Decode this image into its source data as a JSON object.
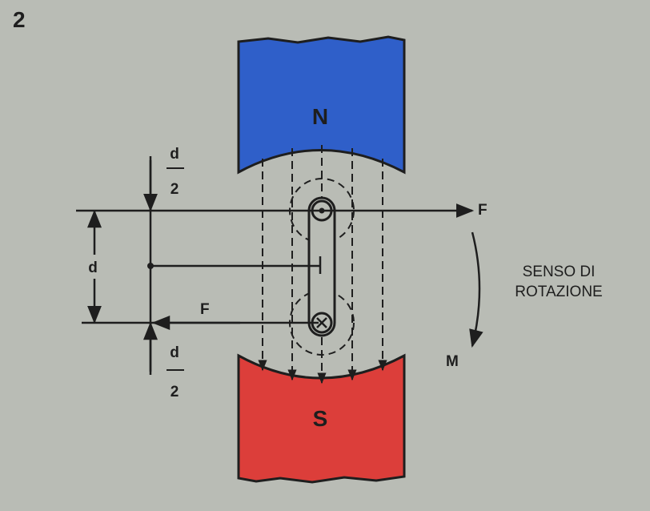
{
  "figure_number": "2",
  "magnets": {
    "north": {
      "label": "N",
      "color": "#2f5fc9"
    },
    "south": {
      "label": "S",
      "color": "#dc3e3a"
    }
  },
  "forces": {
    "top": "F",
    "bottom": "F"
  },
  "moment": "M",
  "rotation_label": [
    "SENSO DI",
    "ROTAZIONE"
  ],
  "dimensions": {
    "half_top": {
      "num": "d",
      "den": "2"
    },
    "full": "d",
    "half_bottom": {
      "num": "d",
      "den": "2"
    }
  },
  "colors": {
    "background": "#b9bcb5",
    "ink": "#1e1e1e"
  }
}
